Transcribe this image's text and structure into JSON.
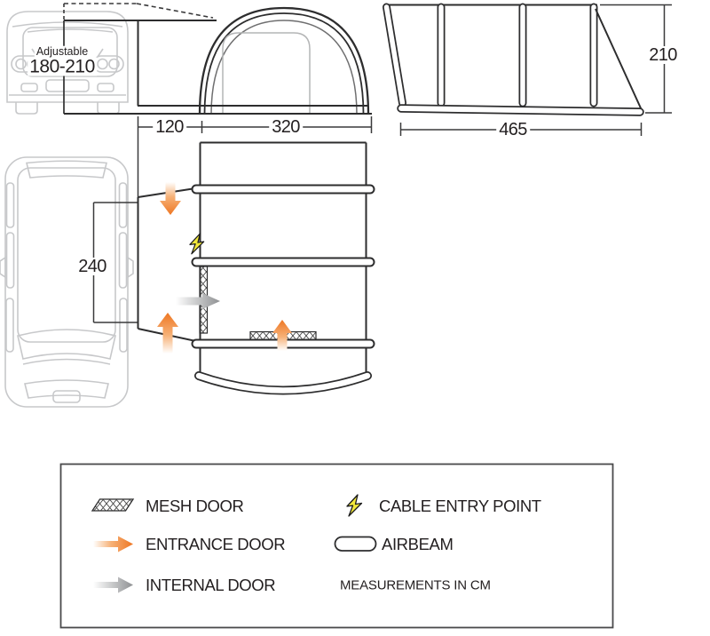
{
  "colors": {
    "entrance_orange": "#EE7622",
    "internal_gray": "#8F9193",
    "cable_yellow": "#F2E83B",
    "outline_dark": "#2D2D2E",
    "van_gray": "#C7C8CA"
  },
  "front_view": {
    "adjustable_label": "Adjustable",
    "adjustable_range": "180-210",
    "tunnel_width": "120",
    "awning_width": "320"
  },
  "side_view": {
    "length": "465",
    "height": "210"
  },
  "plan_view": {
    "connection_door_width": "240"
  },
  "legend": {
    "items": [
      {
        "icon": "mesh-door-icon",
        "label": "MESH DOOR"
      },
      {
        "icon": "cable-entry-icon",
        "label": "CABLE ENTRY POINT"
      },
      {
        "icon": "entrance-door-icon",
        "label": "ENTRANCE DOOR"
      },
      {
        "icon": "airbeam-icon",
        "label": "AIRBEAM"
      },
      {
        "icon": "internal-door-icon",
        "label": "INTERNAL DOOR"
      }
    ],
    "note": "MEASUREMENTS IN CM"
  }
}
